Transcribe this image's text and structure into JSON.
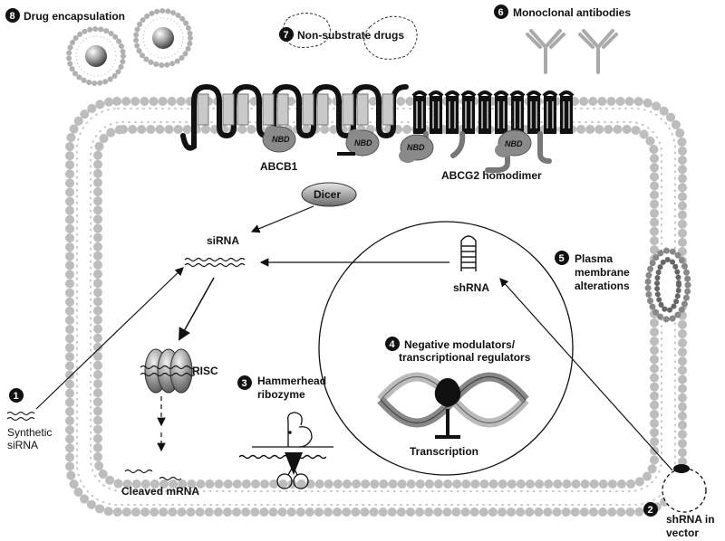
{
  "steps": [
    {
      "number": "1",
      "label_lines": [
        "Synthetic",
        "siRNA"
      ]
    },
    {
      "number": "2",
      "label_lines": [
        "shRNA in",
        "vector"
      ]
    },
    {
      "number": "3",
      "label_lines": [
        "Hammerhead",
        "ribozyme"
      ]
    },
    {
      "number": "4",
      "label_lines": [
        "Negative modulators/",
        "transcriptional regulators"
      ]
    },
    {
      "number": "5",
      "label_lines": [
        "Plasma",
        "membrane",
        "alterations"
      ]
    },
    {
      "number": "6",
      "label_lines": [
        "Monoclonal antibodies"
      ]
    },
    {
      "number": "7",
      "label_lines": [
        "Non-substrate drugs"
      ]
    },
    {
      "number": "8",
      "label_lines": [
        "Drug encapsulation"
      ]
    }
  ],
  "labels": {
    "abcb1": "ABCB1",
    "abcg2": "ABCG2 homodimer",
    "nbd": "NBD",
    "dicer": "Dicer",
    "sirna": "siRNA",
    "shrna": "shRNA",
    "risc": "RISC",
    "cleaved_mrna": "Cleaved mRNA",
    "transcription": "Transcription"
  }
}
